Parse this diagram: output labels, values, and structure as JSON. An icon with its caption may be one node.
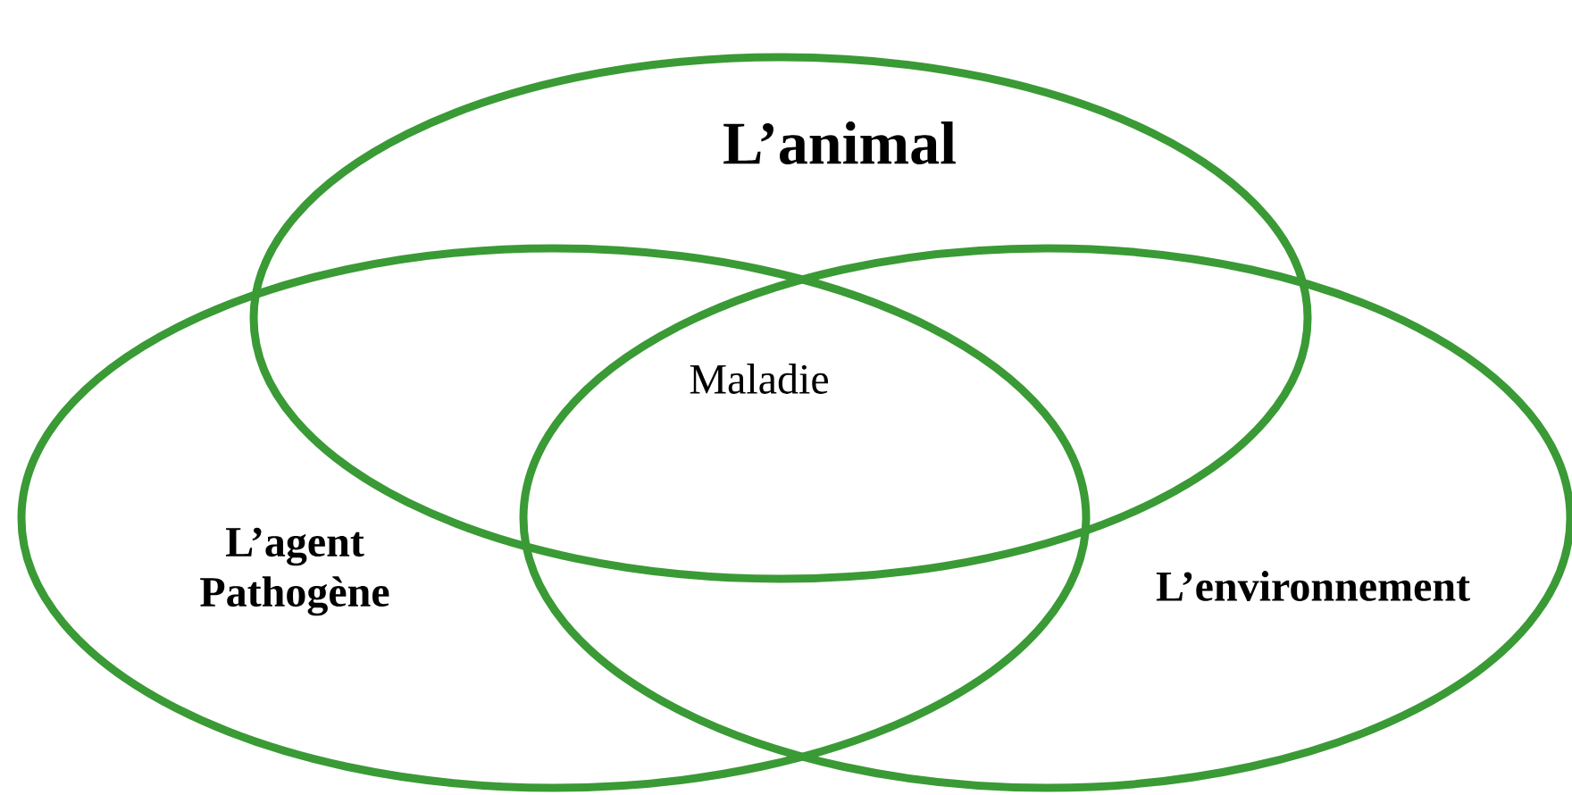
{
  "diagram": {
    "nodes": [
      {
        "text": [
          "L’animal"
        ]
      },
      {
        "text": [
          "L’agent Pathogène"
        ]
      },
      {
        "text": [
          "L’environnement"
        ]
      }
    ],
    "labels": [
      "Maladie"
    ]
  }
}
